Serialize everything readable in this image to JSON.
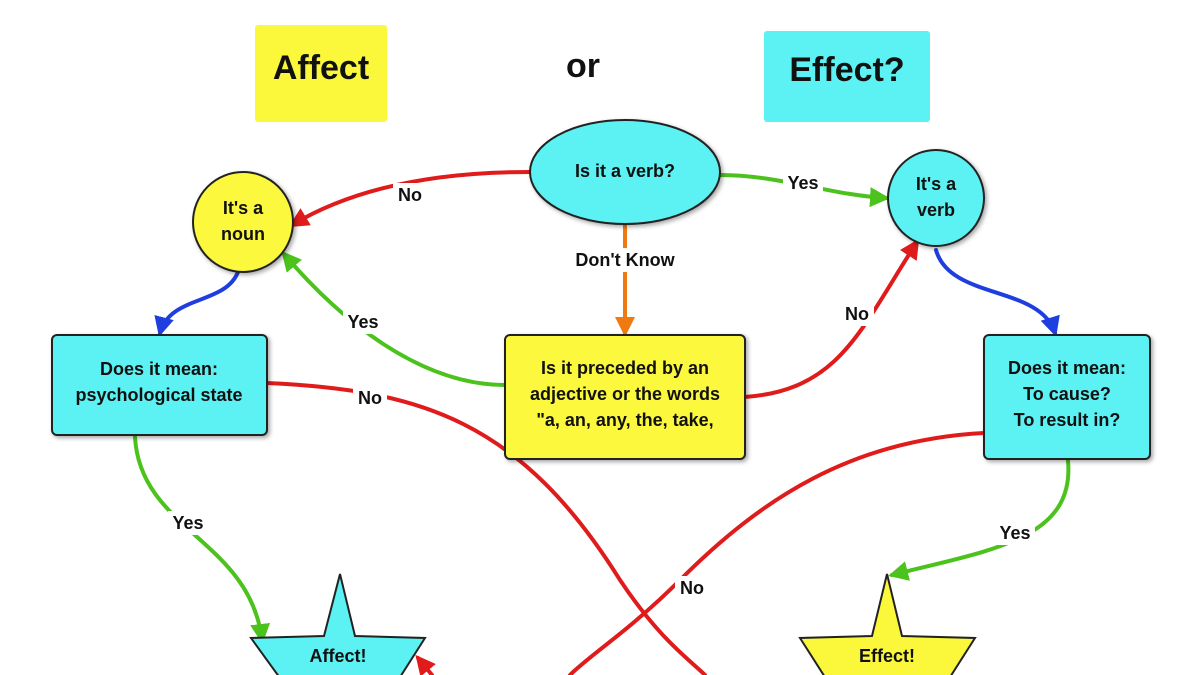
{
  "title": {
    "affect": "Affect",
    "or": "or",
    "effect": "Effect?"
  },
  "nodes": {
    "is_verb": "Is it a verb?",
    "noun": [
      "It's a",
      "noun"
    ],
    "verb": [
      "It's a",
      "verb"
    ],
    "psych": [
      "Does it mean:",
      "psychological state"
    ],
    "preceded": [
      "Is it preceded by an",
      "adjective or the words",
      "\"a, an, any, the, take,"
    ],
    "cause": [
      "Does it mean:",
      "To cause?",
      "To result in?"
    ],
    "affect_star": "Affect!",
    "effect_star": "Effect!"
  },
  "edges": {
    "verb_no": "No",
    "verb_yes": "Yes",
    "dont_know": "Don't Know",
    "preceded_yes": "Yes",
    "preceded_no": "No",
    "psych_yes": "Yes",
    "psych_no": "No",
    "cause_no": "No",
    "cause_yes": "Yes"
  },
  "colors": {
    "yellow": "#fbf83c",
    "cyan": "#5cf1f3",
    "red": "#e01b1b",
    "green": "#4cc21c",
    "blue": "#1f3ee0",
    "orange": "#f07a12"
  }
}
